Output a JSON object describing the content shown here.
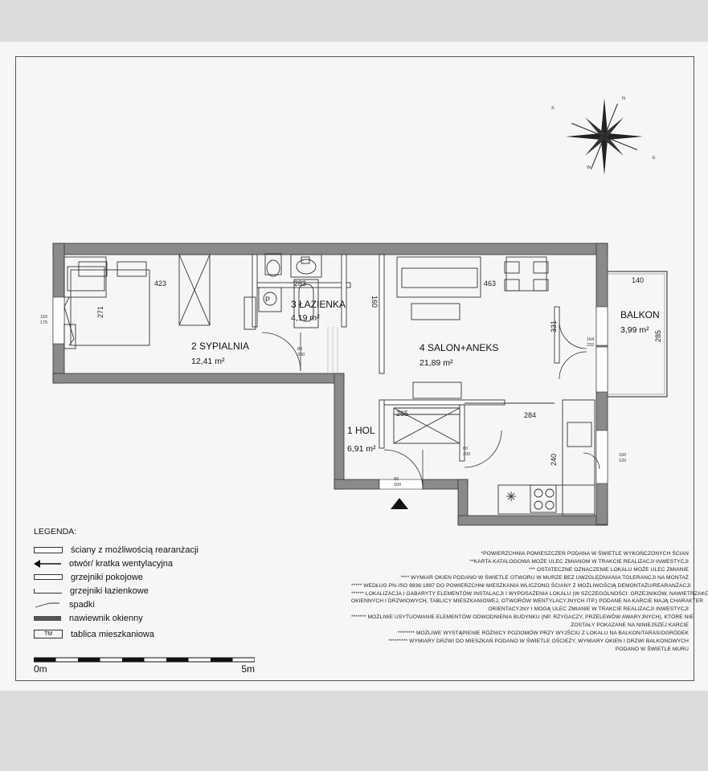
{
  "rooms": {
    "sypialnia": {
      "name": "2 SYPIALNIA",
      "area": "12,41 m²"
    },
    "lazienka": {
      "name": "3 ŁAZIENKA",
      "area": "4,19 m²"
    },
    "salon": {
      "name": "4 SALON+ANEKS",
      "area": "21,89 m²"
    },
    "hol": {
      "name": "1 HOL",
      "area": "6,91 m²"
    },
    "balkon": {
      "name": "BALKON",
      "area": "3,99 m²"
    }
  },
  "dimensions": {
    "d423": "423",
    "d271": "271",
    "d283": "283",
    "d160": "160",
    "d463": "463",
    "d331": "331",
    "d140": "140",
    "d285": "285",
    "d265": "265",
    "d284": "284",
    "d240": "240",
    "win_left": "150\n175",
    "door_80_200": "80\n200",
    "win_right_top": "164\n232",
    "win_right_bottom": "150\n120",
    "door_90_200": "90\n200"
  },
  "compass": {
    "n": "N",
    "e": "E",
    "s": "S",
    "w": "W"
  },
  "icons": {
    "compass": "compass-rose-icon",
    "entrance": "entrance-arrow-icon",
    "fridge": "fridge-icon",
    "stove": "stove-icon"
  },
  "legend": {
    "title": "LEGENDA:",
    "items": [
      "ściany z możliwością rearanżacji",
      "otwór/ kratka wentylacyjna",
      "grzejniki pokojowe",
      "grzejniki łazienkowe",
      "spadki",
      "nawiewnik okienny",
      "tablica mieszkaniowa"
    ],
    "tm": "TM"
  },
  "notes": [
    "*POWIERZCHNIA POMIESZCZEŃ PODANA W ŚWIETLE WYKOŃCZONYCH ŚCIAN",
    "**KARTA KATALOGOWA MOŻE ULEC ZMIANOM W TRAKCIE REALIZACJI INWESTYCJI",
    "*** OSTATECZNE OZNACZENIE LOKALU MOŻE ULEC ZMIANIE",
    "**** WYMIAR OKIEN PODANO W ŚWIETLE OTWORU W MURZE BEZ UWZGLĘDNIANIA TOLERANCJI NA MONTAŻ",
    "***** WEDŁUG PN-ISO 9836:1997 DO POWIERZCHNI MIESZKANIA WLICZONO ŚCIANY Z MOŻLIWOŚCIĄ DEMONTAŻU/REARANŻACJI",
    "****** LOKALIZACJA I GABARYTY ELEMENTÓW INSTALACJI I WYPOSAŻENIA LOKALU (W SZCZEGÓLNOŚCI: GRZEJNIKÓW, NAWIETRZAKÓW",
    "OKIENNYCH I DRZWIOWYCH, TABLICY MIESZKANIOWEJ, OTWORÓW WENTYLACYJNYCH ITP.) PODANE NA KARCIE MAJĄ CHARAKTER",
    "ORIENTACYJNY I MOGĄ ULEC ZMIANIE W TRAKCIE REALIZACJI INWESTYCJI",
    "******* MOŻLIWE USYTUOWANIE ELEMENTÓW ODWODNIENIA BUDYNKU (NP. RZYGACZY, PRZELEWÓW AWARYJNYCH), KTÓRE NIE",
    "ZOSTAŁY POKAZANE NA NINIEJSZEJ KARCIE",
    "******** MOŻLIWE WYSTĄPIENIE RÓŻNICY POZIOMÓW PRZY WYJŚCIU Z LOKALU NA BALKON/TARAS/OGRÓDEK",
    "********* WYMIARY DRZWI DO MIESZKAŃ PODANO W ŚWIETLE OŚCIEŻY, WYMIARY OKIEN I DRZWI BALKONOWYCH",
    "PODANO W ŚWIETLE MURU"
  ],
  "scale": {
    "start": "0m",
    "end": "5m"
  }
}
